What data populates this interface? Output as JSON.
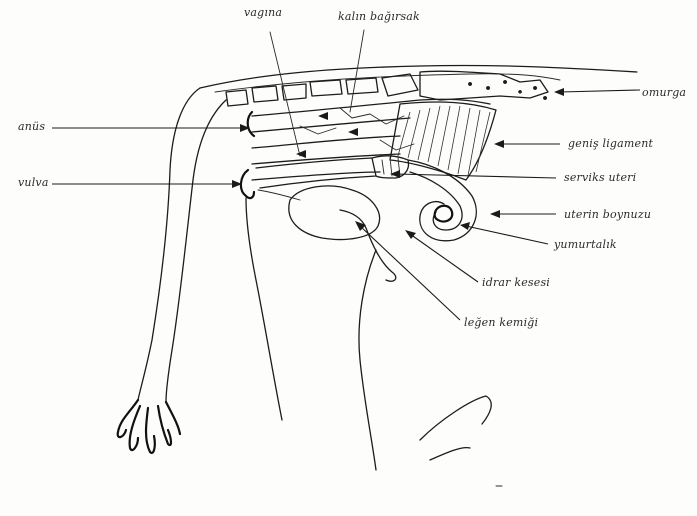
{
  "labels": {
    "vagina": "vagına",
    "kalin_bagirsak": "kalın bağırsak",
    "omurga": "omurga",
    "anus": "anüs",
    "vulva": "vulva",
    "genis_ligament": "geniş ligament",
    "serviks_uteri": "serviks uteri",
    "uterin_boynuzu": "uterin boynuzu",
    "yumurtalik": "yumurtalık",
    "idrar_kesesi": "idrar kesesi",
    "lecen_kemigi": "leğen kemiği"
  }
}
